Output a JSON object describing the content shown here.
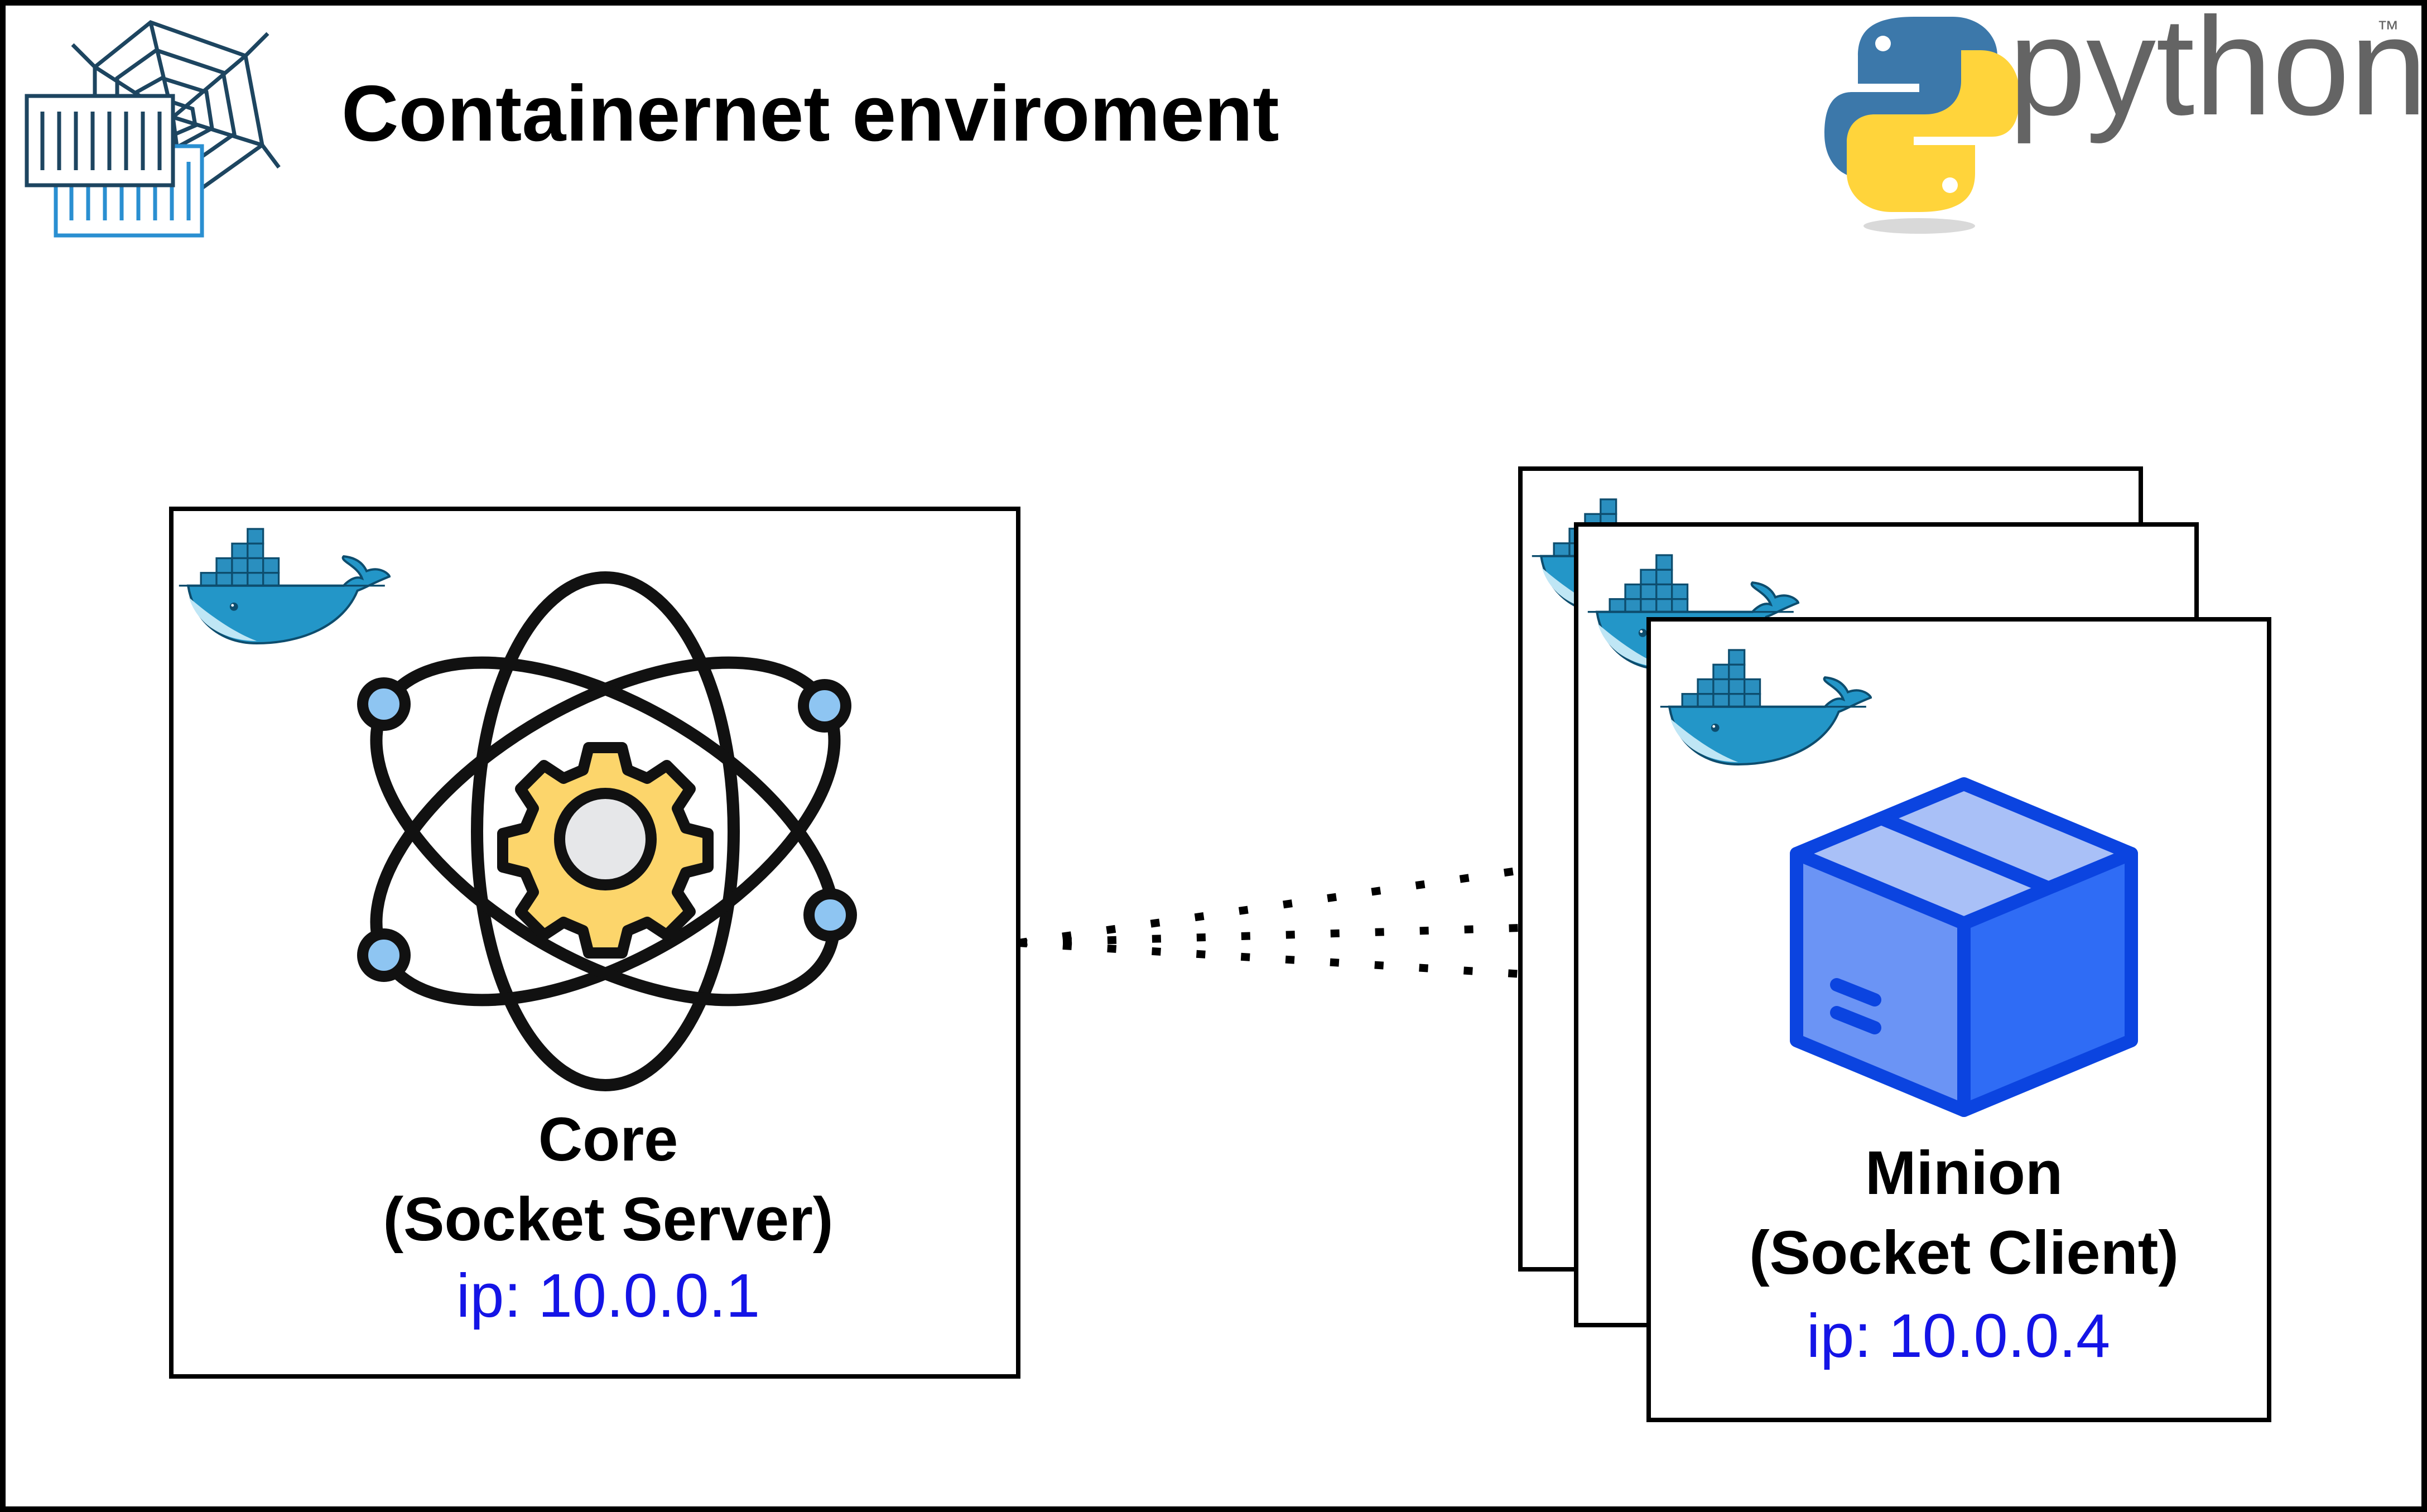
{
  "title": "Containernet enviroment",
  "python_logo": {
    "wordmark": "python",
    "trademark": "™",
    "colors": {
      "blue": "#3c78aa",
      "yellow": "#ffd43b",
      "text": "#646464"
    }
  },
  "icons": {
    "containernet_logo": "container-web-icon",
    "docker": "docker-whale-icon",
    "core": "atom-gear-icon",
    "minion": "package-box-icon"
  },
  "core": {
    "name": "Core",
    "role": "(Socket Server)",
    "ip": "ip: 10.0.0.1"
  },
  "minion": {
    "name": "Minion",
    "role": "(Socket Client)",
    "ip": "ip: 10.0.0.4"
  },
  "colors": {
    "ip_text": "#1414e6",
    "docker_blue": "#1d91b8",
    "docker_whale": "#2396c8",
    "gear_yellow": "#fcd56b",
    "atom_node": "#8ec5f2",
    "box_blue": "#2f6cf5",
    "box_dark": "#0b44e0"
  }
}
